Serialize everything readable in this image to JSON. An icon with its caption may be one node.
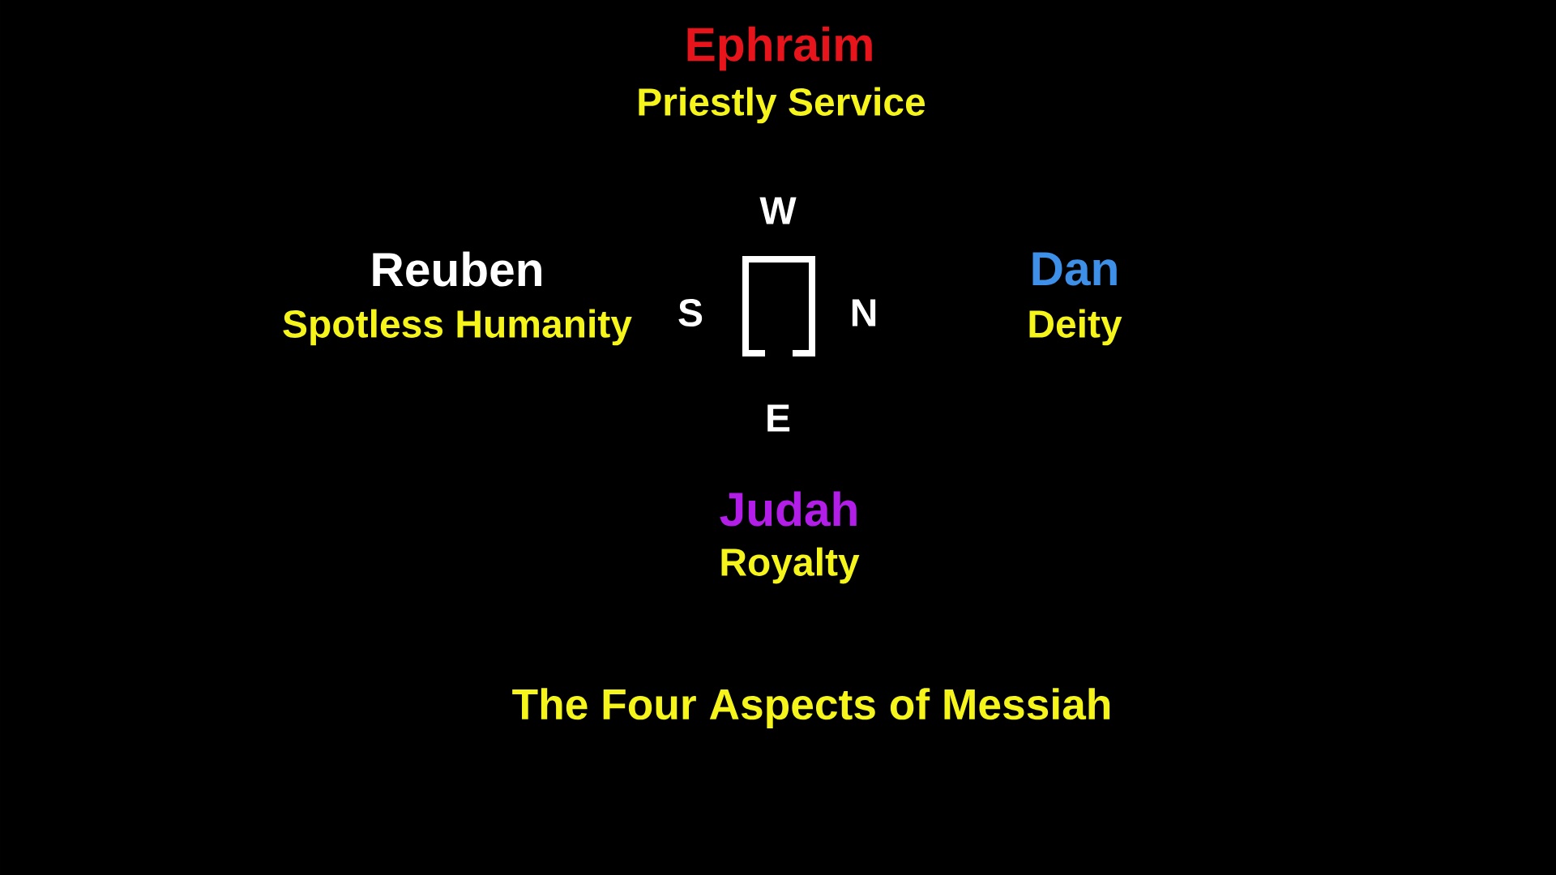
{
  "diagram": {
    "caption": "The Four Aspects of Messiah",
    "labels": [
      "Ephraim",
      "Priestly Service",
      "W",
      "Reuben",
      "Dan",
      "Spotless Humanity",
      "S",
      "N",
      "Deity",
      "E",
      "Judah",
      "Royalty"
    ]
  }
}
